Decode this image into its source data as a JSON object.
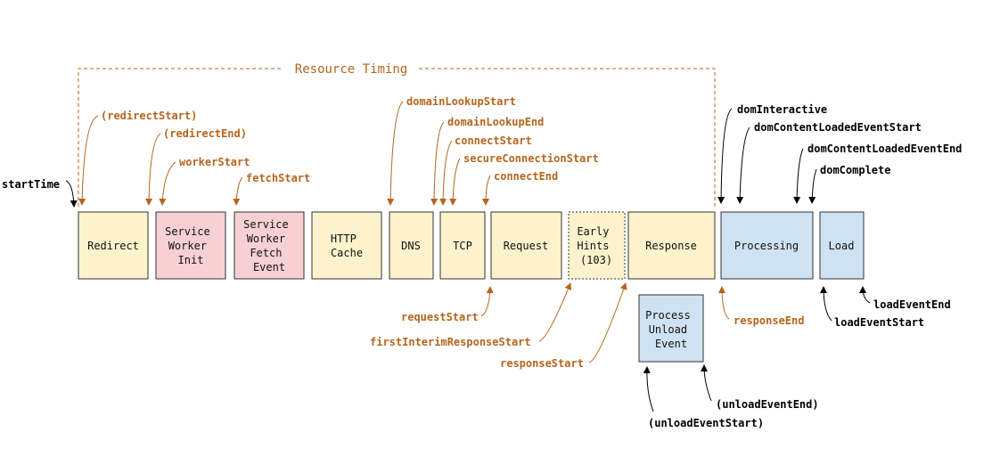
{
  "title": "Resource Timing",
  "colors": {
    "accent": "#b5651d",
    "yellow": "#fdf2cc",
    "pink": "#f6d0d3",
    "blue": "#cfe2f3",
    "border": "#333333"
  },
  "boxes": [
    {
      "id": "redirect",
      "lines": [
        "Redirect"
      ],
      "color": "yellow"
    },
    {
      "id": "service-worker-init",
      "lines": [
        "Service",
        "Worker",
        "Init"
      ],
      "color": "pink"
    },
    {
      "id": "service-worker-fetch-event",
      "lines": [
        "Service",
        "Worker",
        "Fetch",
        "Event"
      ],
      "color": "pink"
    },
    {
      "id": "http-cache",
      "lines": [
        "HTTP",
        "Cache"
      ],
      "color": "yellow"
    },
    {
      "id": "dns",
      "lines": [
        "DNS"
      ],
      "color": "yellow"
    },
    {
      "id": "tcp",
      "lines": [
        "TCP"
      ],
      "color": "yellow"
    },
    {
      "id": "request",
      "lines": [
        "Request"
      ],
      "color": "yellow"
    },
    {
      "id": "early-hints",
      "lines": [
        "Early",
        "Hints",
        "(103)"
      ],
      "color": "yellow",
      "dotted": true
    },
    {
      "id": "response",
      "lines": [
        "Response"
      ],
      "color": "yellow"
    },
    {
      "id": "process-unload-event",
      "lines": [
        "Process",
        "Unload",
        "Event"
      ],
      "color": "blue"
    },
    {
      "id": "processing",
      "lines": [
        "Processing"
      ],
      "color": "blue"
    },
    {
      "id": "load",
      "lines": [
        "Load"
      ],
      "color": "blue"
    }
  ],
  "labels": [
    {
      "id": "startTime",
      "text": "startTime",
      "color": "black"
    },
    {
      "id": "redirectStart",
      "text": "(redirectStart)",
      "color": "orange"
    },
    {
      "id": "redirectEnd",
      "text": "(redirectEnd)",
      "color": "orange"
    },
    {
      "id": "workerStart",
      "text": "workerStart",
      "color": "orange"
    },
    {
      "id": "fetchStart",
      "text": "fetchStart",
      "color": "orange"
    },
    {
      "id": "domainLookupStart",
      "text": "domainLookupStart",
      "color": "orange"
    },
    {
      "id": "domainLookupEnd",
      "text": "domainLookupEnd",
      "color": "orange"
    },
    {
      "id": "connectStart",
      "text": "connectStart",
      "color": "orange"
    },
    {
      "id": "secureConnectionStart",
      "text": "secureConnectionStart",
      "color": "orange"
    },
    {
      "id": "connectEnd",
      "text": "connectEnd",
      "color": "orange"
    },
    {
      "id": "requestStart",
      "text": "requestStart",
      "color": "orange"
    },
    {
      "id": "firstInterimResponseStart",
      "text": "firstInterimResponseStart",
      "color": "orange"
    },
    {
      "id": "responseStart",
      "text": "responseStart",
      "color": "orange"
    },
    {
      "id": "responseEnd",
      "text": "responseEnd",
      "color": "orange"
    },
    {
      "id": "domInteractive",
      "text": "domInteractive",
      "color": "black"
    },
    {
      "id": "domContentLoadedEventStart",
      "text": "domContentLoadedEventStart",
      "color": "black"
    },
    {
      "id": "domContentLoadedEventEnd",
      "text": "domContentLoadedEventEnd",
      "color": "black"
    },
    {
      "id": "domComplete",
      "text": "domComplete",
      "color": "black"
    },
    {
      "id": "loadEventEnd",
      "text": "loadEventEnd",
      "color": "black"
    },
    {
      "id": "loadEventStart",
      "text": "loadEventStart",
      "color": "black"
    },
    {
      "id": "unloadEventEnd",
      "text": "(unloadEventEnd)",
      "color": "black"
    },
    {
      "id": "unloadEventStart",
      "text": "(unloadEventStart)",
      "color": "black"
    }
  ]
}
